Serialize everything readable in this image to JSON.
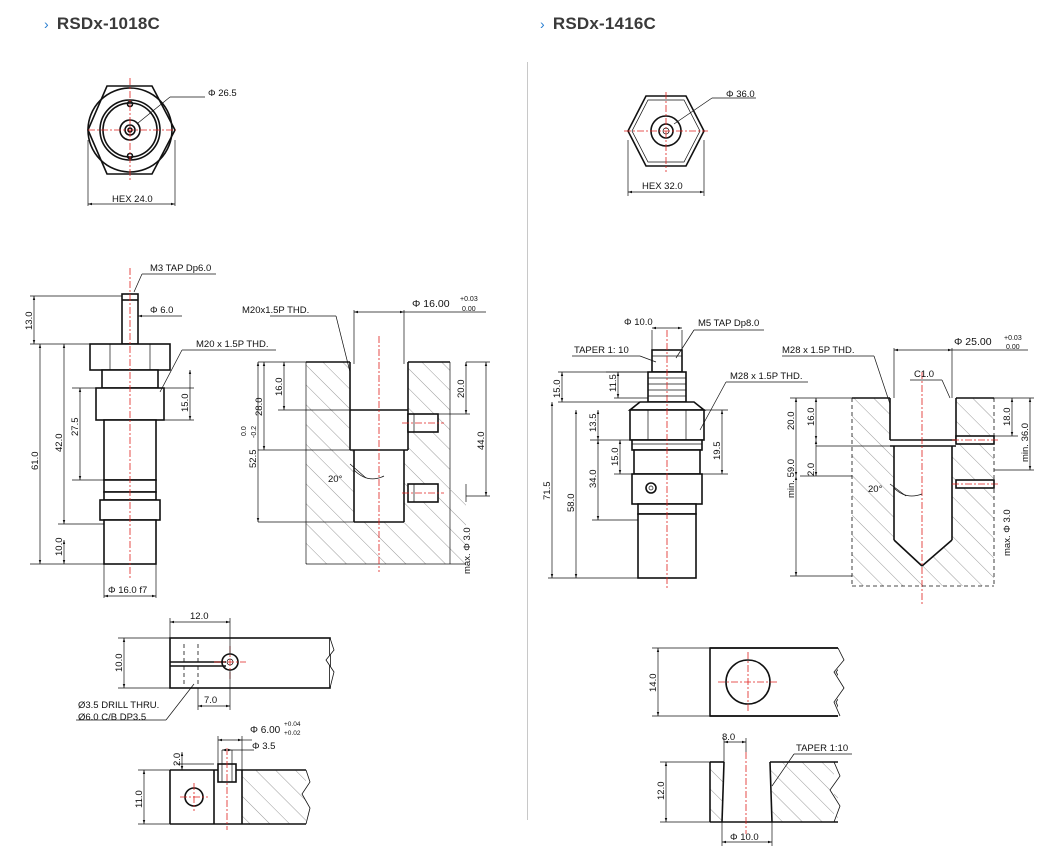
{
  "titles": {
    "left": "RSDx-1018C",
    "right": "RSDx-1416C",
    "chevron": "›"
  },
  "left": {
    "top_view": {
      "dia": "Φ 26.5",
      "hex": "HEX 24.0"
    },
    "side_view": {
      "tap": "M3 TAP Dp6.0",
      "stem_dia": "Φ 6.0",
      "thread": "M20 x 1.5P THD.",
      "d13": "13.0",
      "d61": "61.0",
      "d42": "42.0",
      "d275": "27.5",
      "d15": "15.0",
      "d10": "10.0",
      "bottom_dia": "Φ 16.0  f7"
    },
    "mount": {
      "thread": "M20x1.5P THD.",
      "bore_dia": "Φ 16.00",
      "tol_upper": "+0.03",
      "tol_lower": "0.00",
      "d28": "28.0",
      "d16": "16.0",
      "d525": "52.5",
      "d525_tol_upper": "0.0",
      "d525_tol_lower": "-0.2",
      "d20": "20.0",
      "d44": "44.0",
      "angle": "20°",
      "max_dia": "max. Φ 3.0"
    },
    "clamp": {
      "d12": "12.0",
      "d10": "10.0",
      "d7": "7.0",
      "drill1": "Ø3.5 DRILL THRU.",
      "drill2": "Ø6.0 C/B DP3.5"
    },
    "pin": {
      "dia6": "Φ 6.00",
      "tol_upper": "+0.04",
      "tol_lower": "+0.02",
      "dia35": "Φ 3.5",
      "d2": "2.0",
      "d11": "11.0"
    }
  },
  "right": {
    "top_view": {
      "dia": "Φ 36.0",
      "hex": "HEX 32.0"
    },
    "side_view": {
      "stem_dia": "Φ 10.0",
      "tap": "M5 TAP Dp8.0",
      "taper": "TAPER 1: 10",
      "thread": "M28 x 1.5P THD.",
      "d15": "15.0",
      "d115": "11.5",
      "d135": "13.5",
      "d15b": "15.0",
      "d34": "34.0",
      "d715": "71.5",
      "d58": "58.0",
      "d195": "19.5"
    },
    "mount": {
      "thread": "M28 x 1.5P THD.",
      "bore_dia": "Φ 25.00",
      "tol_upper": "+0.03",
      "tol_lower": "0.00",
      "chamfer": "C1.0",
      "d20": "20.0",
      "d16": "16.0",
      "d2": "2.0",
      "d59": "min. 59.0",
      "d18": "18.0",
      "d36": "min. 36.0",
      "angle": "20°",
      "max_dia": "max. Φ 3.0"
    },
    "clamp": {
      "d14": "14.0"
    },
    "taper": {
      "d8": "8.0",
      "label": "TAPER 1:10",
      "d12": "12.0",
      "bottom_dia": "Φ 10.0"
    }
  }
}
